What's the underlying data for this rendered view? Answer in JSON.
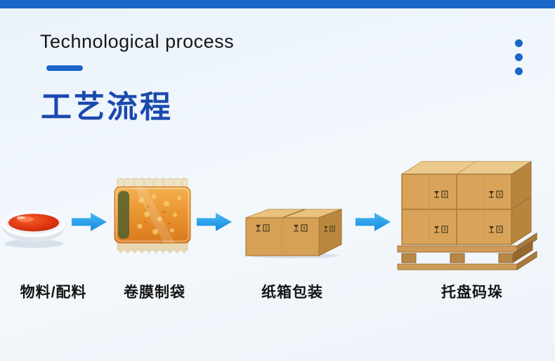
{
  "header": {
    "title_en": "Technological process",
    "title_zh": "工艺流程"
  },
  "steps": [
    {
      "label": "物料/配料",
      "icon": "sauce-dish-icon"
    },
    {
      "label": "卷膜制袋",
      "icon": "film-pouch-icon"
    },
    {
      "label": "纸箱包装",
      "icon": "carton-box-icon"
    },
    {
      "label": "托盘码垛",
      "icon": "pallet-stack-icon"
    }
  ],
  "decorations": {
    "dots_icon": "vertical-dots-icon",
    "arrow_icon": "flow-arrow-icon"
  },
  "colors": {
    "top_bar_blue": "#1b66c9",
    "title_blue": "#1a49ae",
    "arrow_blue": "#25a3ef",
    "text_dark": "#141414",
    "background_light_blue": "#eef4fa",
    "sauce_red": "#d92f0c",
    "pouch_orange": "#e8932f",
    "cardboard_tan": "#d9a45a"
  }
}
